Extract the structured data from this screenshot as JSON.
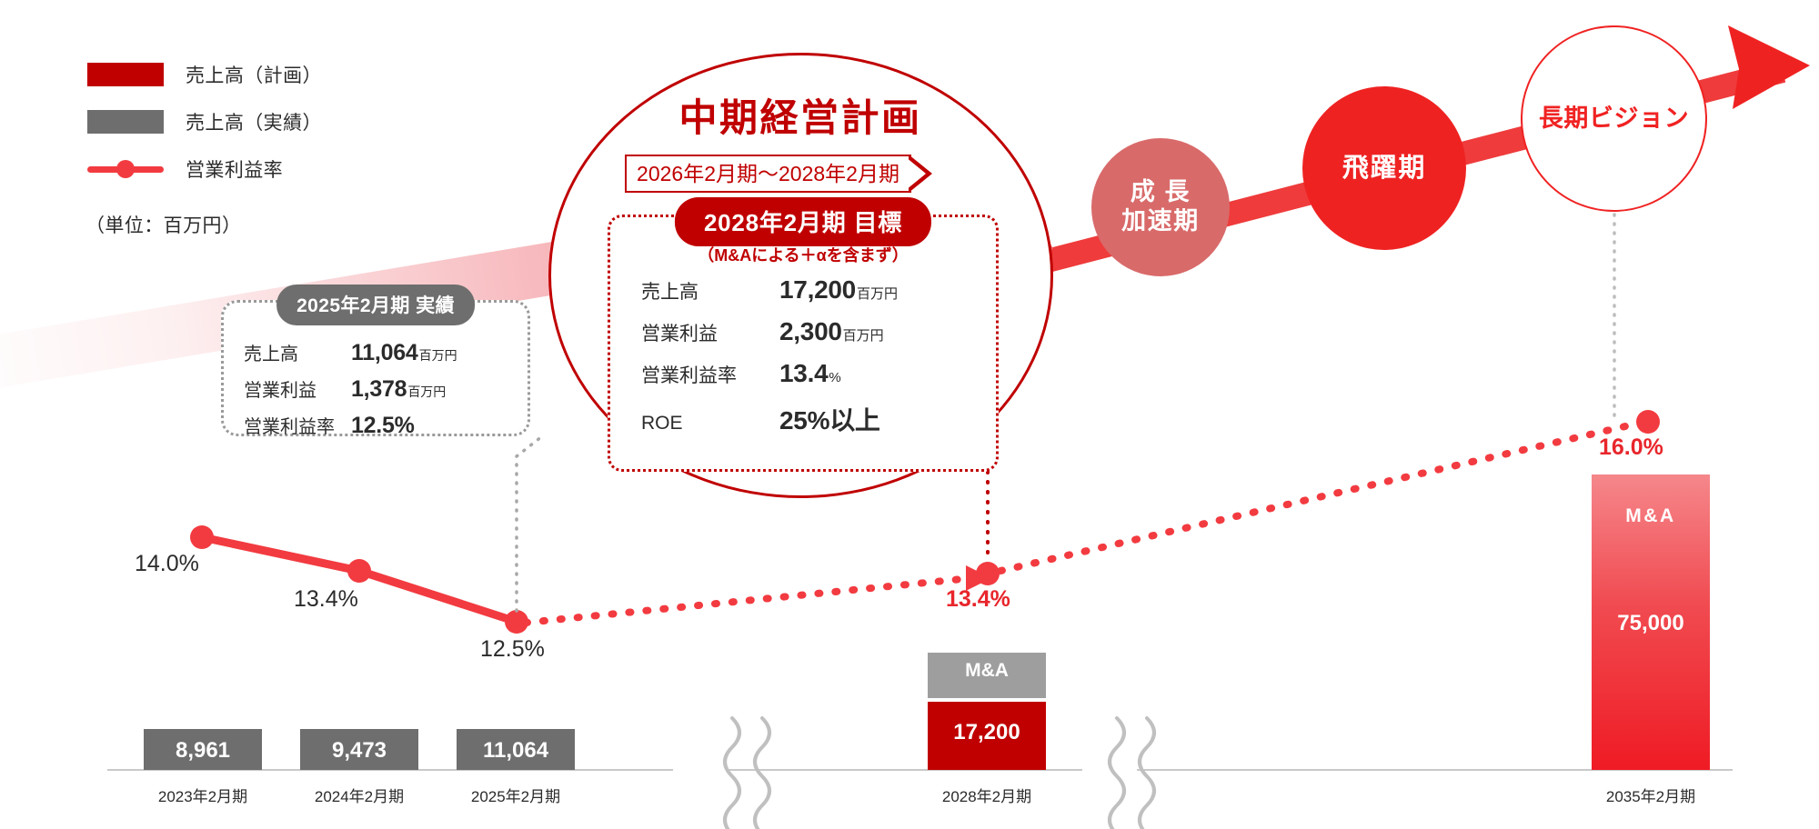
{
  "legend": {
    "items": [
      {
        "label": "売上高（計画）",
        "swatch": "plan",
        "color": "#c00000"
      },
      {
        "label": "売上高（実績）",
        "swatch": "actual",
        "color": "#6e6e6e"
      },
      {
        "label": "営業利益率",
        "swatch": "line",
        "color": "#f23b40"
      }
    ],
    "unit": "（単位：百万円）"
  },
  "results_box": {
    "title": "2025年2月期 実績",
    "rows": [
      {
        "key": "売上高",
        "value": "11,064",
        "unit": "百万円"
      },
      {
        "key": "営業利益",
        "value": "1,378",
        "unit": "百万円"
      },
      {
        "key": "営業利益率",
        "value": "12.5%",
        "unit": ""
      }
    ]
  },
  "plan_circle": {
    "heading": "中期経営計画",
    "period": "2026年2月期〜2028年2月期",
    "target_pill": "2028年2月期 目標",
    "target_note": "（M&Aによる＋αを含まず）",
    "target_rows": [
      {
        "key": "売上高",
        "value": "17,200",
        "unit": "百万円"
      },
      {
        "key": "営業利益",
        "value": "2,300",
        "unit": "百万円"
      },
      {
        "key": "営業利益率",
        "value": "13.4",
        "unit": "%"
      },
      {
        "key": "ROE",
        "value": "25%以上",
        "unit": ""
      }
    ]
  },
  "stages": [
    {
      "label": "成 長\n加速期",
      "name": "growth-acceleration"
    },
    {
      "label": "飛躍期",
      "name": "leap"
    },
    {
      "label": "長期ビジョン",
      "name": "long-term-vision"
    }
  ],
  "stage_labels": {
    "growth_line1": "成 長",
    "growth_line2": "加速期",
    "leap": "飛躍期",
    "vision": "長期ビジョン"
  },
  "chart_data": {
    "type": "bar",
    "title": "売上高・営業利益率推移",
    "unit": "百万円",
    "categories": [
      "2023年2月期",
      "2024年2月期",
      "2025年2月期",
      "2028年2月期",
      "2035年2月期"
    ],
    "series": [
      {
        "name": "売上高（実績）",
        "type": "bar",
        "color": "#6e6e6e",
        "values": [
          8961,
          9473,
          11064,
          null,
          null
        ],
        "labels": [
          "8,961",
          "9,473",
          "11,064",
          "",
          ""
        ]
      },
      {
        "name": "売上高（計画）",
        "type": "bar",
        "color": "#c00000",
        "values": [
          null,
          null,
          null,
          17200,
          75000
        ],
        "labels": [
          "",
          "",
          "",
          "17,200",
          "75,000"
        ]
      },
      {
        "name": "M&A",
        "type": "bar-cap",
        "color": "#9e9e9e",
        "labels": [
          "",
          "",
          "",
          "M&A",
          "M&A"
        ]
      },
      {
        "name": "営業利益率",
        "type": "line",
        "color": "#f23b40",
        "values": [
          14.0,
          13.4,
          12.5,
          13.4,
          16.0
        ],
        "labels": [
          "14.0%",
          "13.4%",
          "12.5%",
          "13.4%",
          "16.0%"
        ]
      }
    ],
    "axis_break_count": 2,
    "grid": false,
    "legend_position": "top-left"
  }
}
